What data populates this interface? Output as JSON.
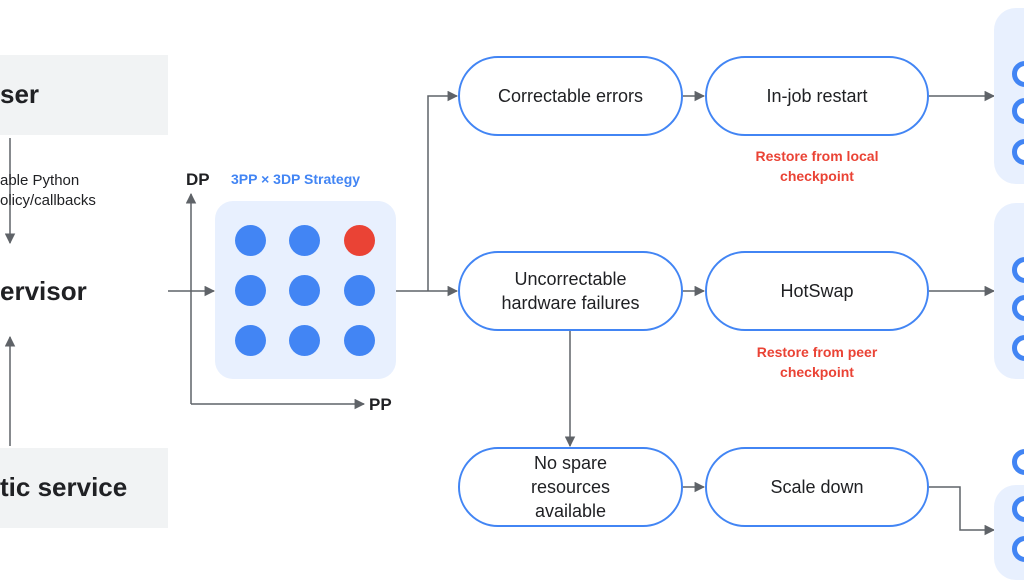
{
  "left_column": {
    "user_label": "ser",
    "python_text_1": "able Python",
    "python_text_2": "olicy/callbacks",
    "supervisor_label": "ervisor",
    "service_label": "tic service"
  },
  "grid": {
    "title": "3PP × 3DP Strategy",
    "y_axis_label": "DP",
    "x_axis_label": "PP",
    "rows": 3,
    "cols": 3,
    "failed_cell": "row 1, column 3"
  },
  "paths": {
    "correctable": {
      "label": "Correctable errors",
      "action": "In-job restart",
      "note": "Restore from local checkpoint"
    },
    "uncorrectable": {
      "label": "Uncorrectable hardware failures",
      "action": "HotSwap",
      "note": "Restore from peer checkpoint"
    },
    "no_spare": {
      "label": "No spare resources available",
      "action": "Scale down"
    }
  },
  "colors": {
    "accent_blue": "#4285f4",
    "failure_red": "#ea4335",
    "panel_light_blue": "#e8f0fe",
    "panel_gray": "#f1f3f4",
    "line_gray": "#5f6368"
  }
}
